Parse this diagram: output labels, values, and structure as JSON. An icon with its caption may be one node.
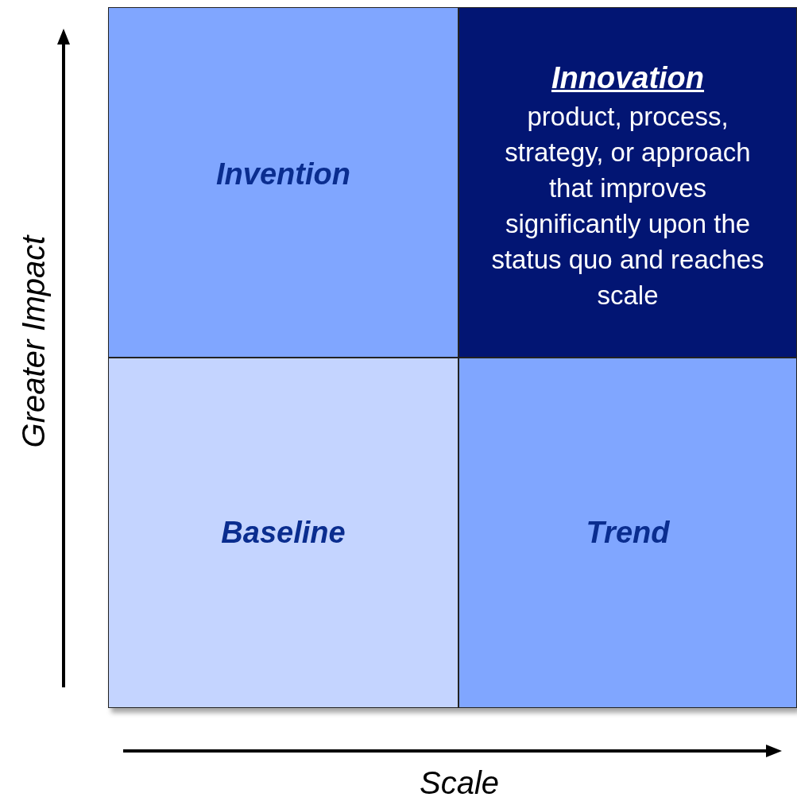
{
  "diagram": {
    "nodes": [
      {
        "text": [
          "Invention"
        ]
      },
      {
        "text": [
          "Innovation",
          "product, process, strategy, or approach that improves significantly upon the status quo and reaches scale"
        ]
      },
      {
        "text": [
          "Baseline"
        ]
      },
      {
        "text": [
          "Trend"
        ]
      }
    ],
    "labels": [
      "Greater Impact",
      "Scale"
    ]
  }
}
